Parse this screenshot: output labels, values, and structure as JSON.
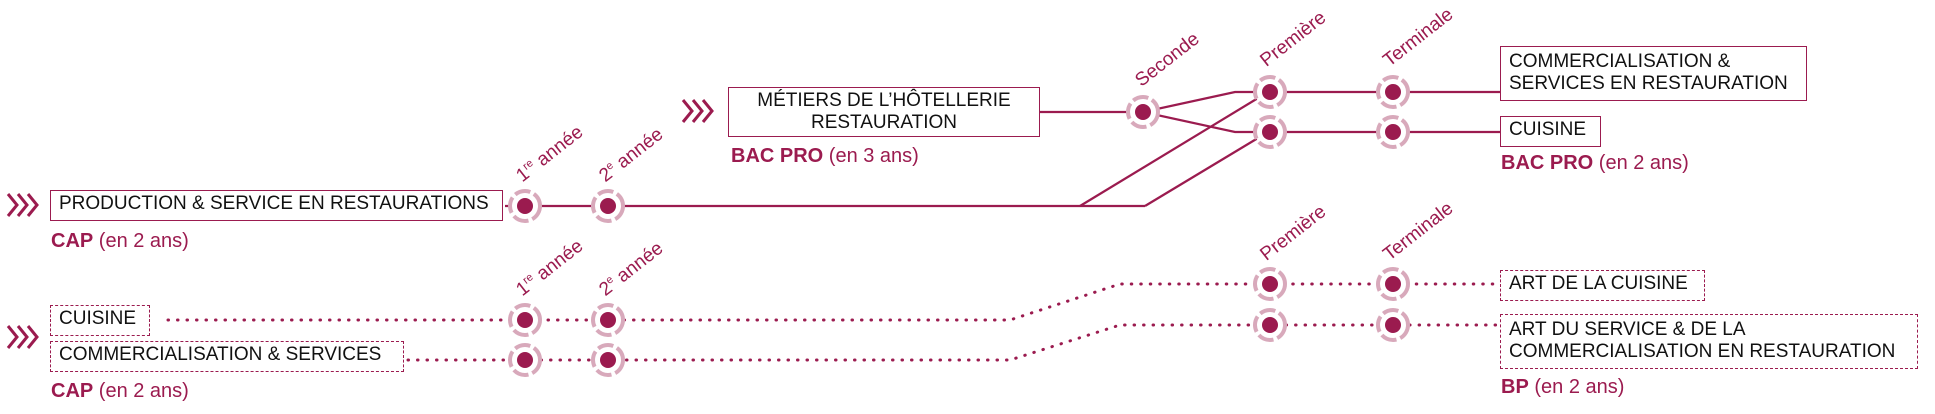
{
  "colors": {
    "accent": "#9b1b4f",
    "ring": "#d8a9bb"
  },
  "labels": {
    "annee1": "1",
    "annee1_sup": "re",
    "annee1_word": " année",
    "annee2": "2",
    "annee2_sup": "e",
    "annee2_word": " année",
    "seconde": "Seconde",
    "premiere": "Première",
    "terminale": "Terminale"
  },
  "top": {
    "cap_box": "PRODUCTION & SERVICE EN RESTAURATIONS",
    "cap_caption_bold": "CAP",
    "cap_caption_rest": " (en 2 ans)",
    "metiers_line1": "MÉTIERS DE L’HÔTELLERIE",
    "metiers_line2": "RESTAURATION",
    "bacpro3_bold": "BAC PRO",
    "bacpro3_rest": " (en 3 ans)",
    "out_commercialisation_line1": "COMMERCIALISATION &",
    "out_commercialisation_line2": "SERVICES EN RESTAURATION",
    "out_cuisine": "CUISINE",
    "bacpro2_bold": "BAC PRO",
    "bacpro2_rest": " (en 2 ans)"
  },
  "bottom": {
    "cap_cuisine": "CUISINE",
    "cap_commercialisation": "COMMERCIALISATION & SERVICES",
    "cap_caption_bold": "CAP",
    "cap_caption_rest": " (en 2 ans)",
    "out_art_cuisine": "ART DE LA CUISINE",
    "out_art_service_line1": "ART DU SERVICE & DE LA",
    "out_art_service_line2": "COMMERCIALISATION EN RESTAURATION",
    "bp_bold": "BP",
    "bp_rest": " (en 2 ans)"
  }
}
